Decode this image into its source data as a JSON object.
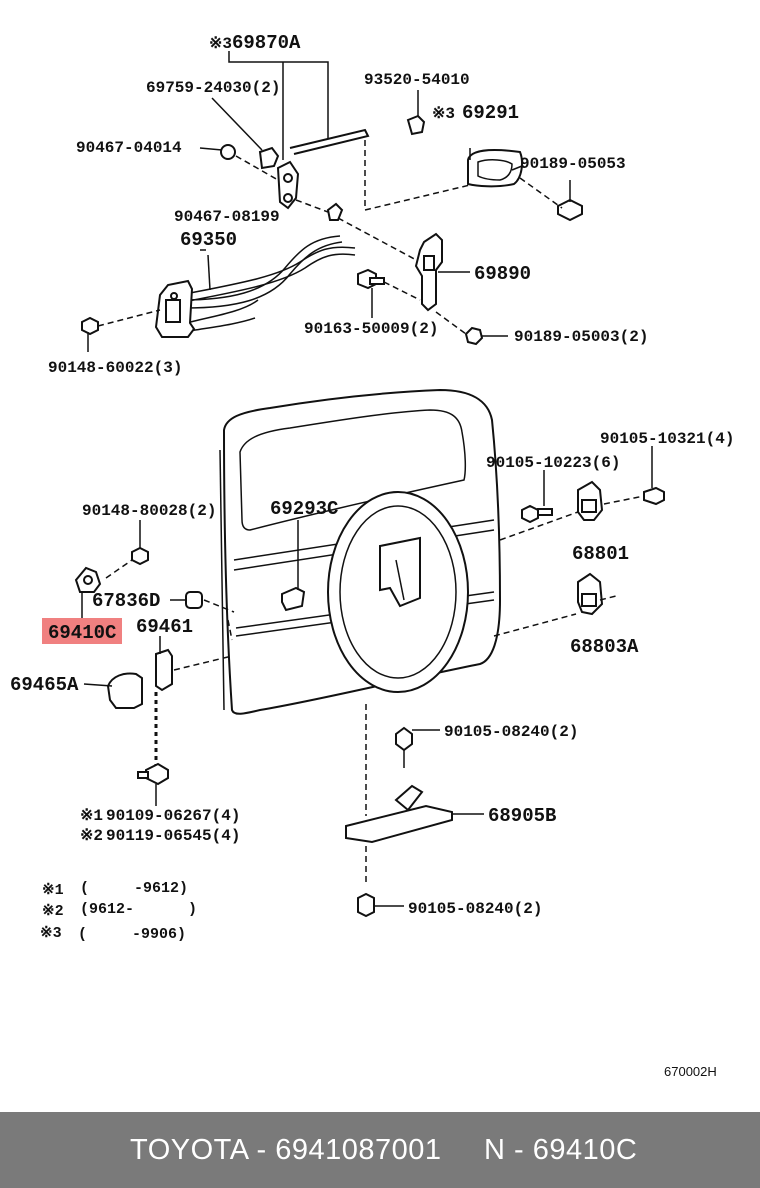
{
  "diagram": {
    "labels": {
      "p69870A": "69870A",
      "p69759": "69759-24030(2)",
      "p93520": "93520-54010",
      "p69291": "69291",
      "p90467a": "90467-04014",
      "p90189a": "90189-05053",
      "p90467b": "90467-08199",
      "p69350": "69350",
      "p69890": "69890",
      "p90163": "90163-50009(2)",
      "p90189b": "90189-05003(2)",
      "p90148a": "90148-60022(3)",
      "p90105a": "90105-10321(4)",
      "p90105b": "90105-10223(6)",
      "p90148b": "90148-80028(2)",
      "p69293C": "69293C",
      "p68801": "68801",
      "p67836D": "67836D",
      "p69410C": "69410C",
      "p69461": "69461",
      "p68803A": "68803A",
      "p69465A": "69465A",
      "p90105c": "90105-08240(2)",
      "p90109": "90109-06267(4)",
      "p90119": "90119-06545(4)",
      "p68905B": "68905B",
      "p90105d": "90105-08240(2)"
    },
    "marks": {
      "m3a": "※3",
      "m3b": "※3",
      "m1": "※1",
      "m2": "※2"
    },
    "notes": [
      {
        "mark": "※1",
        "range": "(     -9612)"
      },
      {
        "mark": "※2",
        "range": "(9612-      )"
      },
      {
        "mark": "※3",
        "range": "(     -9906)"
      }
    ],
    "highlight": "69410C",
    "highlight_color": "#f08080",
    "code": "670002H"
  },
  "footer": {
    "left": "TOYOTA - 6941087001",
    "right": "N - 69410C"
  }
}
